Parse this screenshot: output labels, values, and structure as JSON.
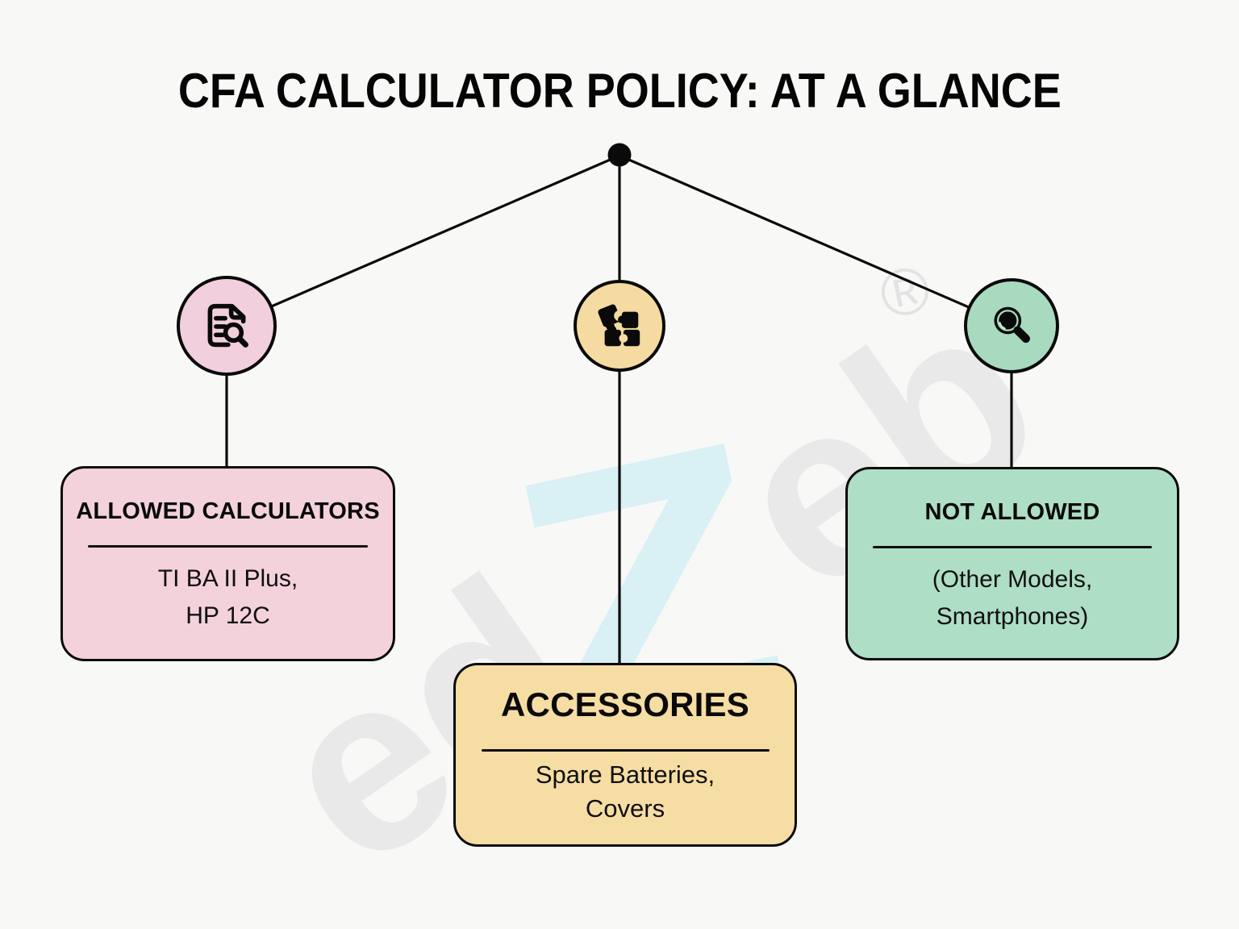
{
  "title": "CFA CALCULATOR POLICY: AT A GLANCE",
  "watermark": {
    "left_text": "ed",
    "zebra_letter": "Z",
    "right_text": "eb",
    "registered_mark": "®"
  },
  "colors": {
    "background": "#f8f8f7",
    "line": "#0a0a0a",
    "pink_circle": "#f2cfdd",
    "pink_card": "#f3d2dc",
    "yellow_circle": "#f5dba1",
    "yellow_card": "#f6dda4",
    "green_circle": "#a8dac0",
    "green_card": "#aedec6",
    "watermark_grey": "#e9e9e9",
    "watermark_cyan": "#d9f0f4"
  },
  "nodes": [
    {
      "id": "allowed-calculators",
      "icon": "document-search-icon",
      "heading": "ALLOWED CALCULATORS",
      "lines": [
        "TI BA II Plus,",
        "HP 12C"
      ]
    },
    {
      "id": "accessories",
      "icon": "puzzle-pieces-icon",
      "heading": "ACCESSORIES",
      "lines": [
        "Spare Batteries,",
        "Covers"
      ]
    },
    {
      "id": "not-allowed",
      "icon": "magnifying-glass-icon",
      "heading": "NOT ALLOWED",
      "lines": [
        "(Other Models,",
        "Smartphones)"
      ]
    }
  ]
}
